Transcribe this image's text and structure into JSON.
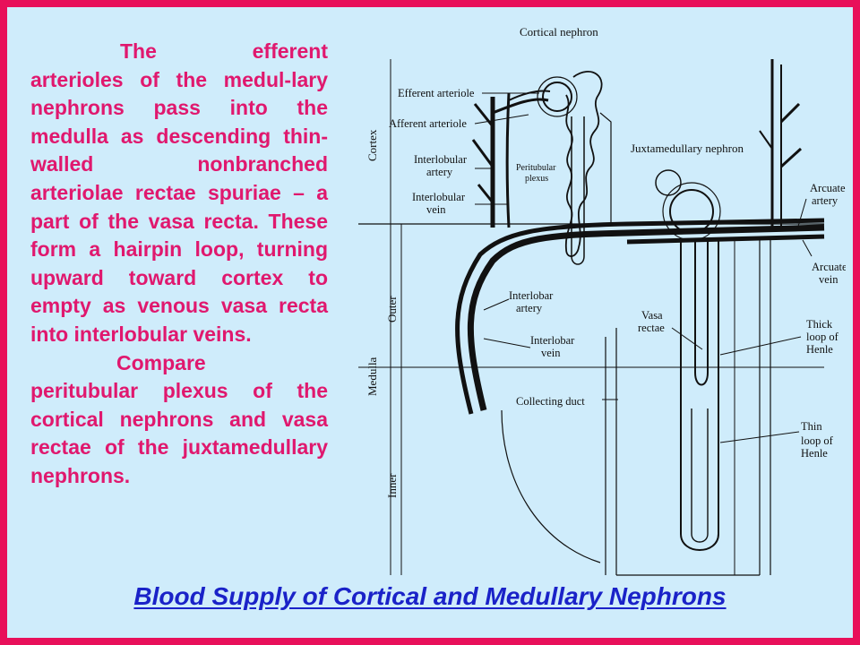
{
  "body": {
    "paragraph_1": "The efferent arterioles of the medul-lary nephrons pass into the medulla as descending thin-walled nonbranched arteriolae rectae spuriae – a part of the vasa recta. These form a hairpin loop, turning upward toward cortex to empty as venous vasa recta into interlobular veins.",
    "paragraph_2": "Compare",
    "paragraph_3": "peritubular plexus of the cortical nephrons and vasa rectae of the juxtamedullary nephrons."
  },
  "slide_title": "Blood Supply of Cortical and Medullary Nephrons",
  "diagram": {
    "labels": {
      "cortical_nephron": "Cortical nephron",
      "efferent_arteriole": "Efferent arteriole",
      "afferent_arteriole": "Afferent arteriole",
      "interlobular_artery_1": "Interlobular",
      "interlobular_artery_2": "artery",
      "peritubular_plexus_1": "Peritubular",
      "peritubular_plexus_2": "plexus",
      "interlobular_vein_1": "Interlobular",
      "interlobular_vein_2": "vein",
      "juxtamedullary_nephron": "Juxtamedullary nephron",
      "arcuate_artery_1": "Arcuate",
      "arcuate_artery_2": "artery",
      "arcuate_vein_1": "Arcuate",
      "arcuate_vein_2": "vein",
      "interlobar_artery_1": "Interlobar",
      "interlobar_artery_2": "artery",
      "interlobar_vein_1": "Interlobar",
      "interlobar_vein_2": "vein",
      "vasa_rectae_1": "Vasa",
      "vasa_rectae_2": "rectae",
      "thick_loop_1": "Thick",
      "thick_loop_2": "loop of",
      "thick_loop_3": "Henle",
      "thin_loop_1": "Thin",
      "thin_loop_2": "loop of",
      "thin_loop_3": "Henle",
      "collecting_duct": "Collecting duct",
      "cortex": "Cortex",
      "outer": "Outer",
      "medulla": "Medulla",
      "inner": "Inner"
    }
  },
  "colors": {
    "frame": "#e8105a",
    "background": "#cfecfb",
    "body_text": "#e0186e",
    "title": "#1a22c8"
  }
}
